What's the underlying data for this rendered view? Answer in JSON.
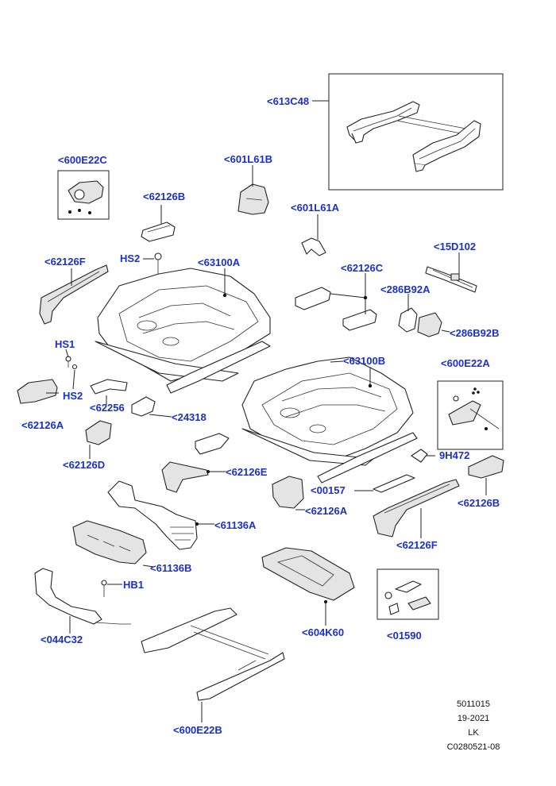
{
  "diagram": {
    "labels": {
      "613C48": "<613C48",
      "600E22C": "<600E22C",
      "601L61B": "<601L61B",
      "62126B_top": "<62126B",
      "601L61A": "<601L61A",
      "15D102": "<15D102",
      "62126F_left": "<62126F",
      "HS2_top": "HS2",
      "63100A": "<63100A",
      "62126C": "<62126C",
      "286B92A": "<286B92A",
      "286B92B": "<286B92B",
      "HS1": "HS1",
      "63100B": "<63100B",
      "600E22A": "<600E22A",
      "HS2_bottom": "HS2",
      "62256": "<62256",
      "24318": "<24318",
      "62126A_left": "<62126A",
      "9H472": "9H472",
      "62126D": "<62126D",
      "62126E": "<62126E",
      "00157": "<00157",
      "62126B_right": "<62126B",
      "62126A_right": "<62126A",
      "61136A": "<61136A",
      "62126F_right": "<62126F",
      "61136B": "<61136B",
      "HB1": "HB1",
      "044C32": "<044C32",
      "604K60": "<604K60",
      "01590": "<01590",
      "600E22B": "<600E22B"
    },
    "reference": {
      "line1": "5011015",
      "line2": "19-2021",
      "line3": "LK",
      "line4": "C0280521-08"
    }
  }
}
